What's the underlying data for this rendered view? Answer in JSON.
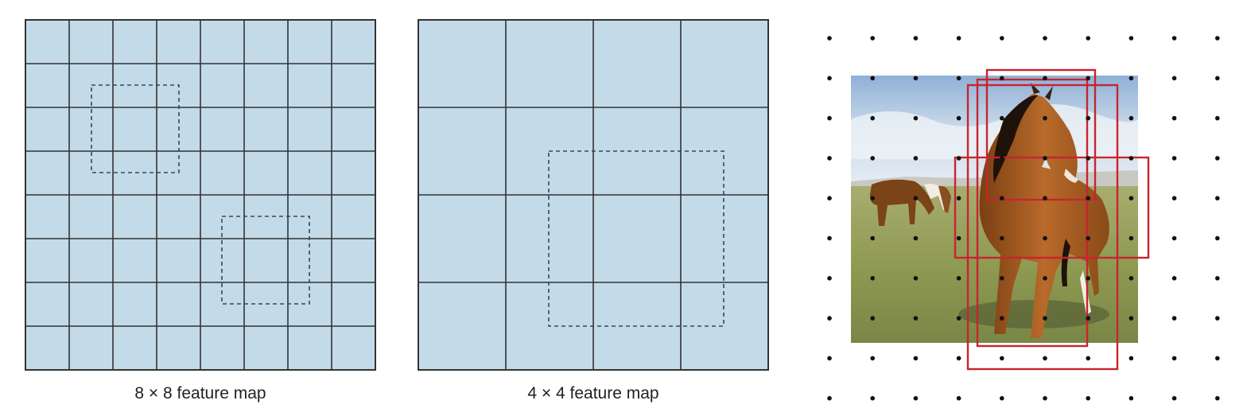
{
  "captions": {
    "left": "8 × 8 feature map",
    "middle": "4 × 4 feature map"
  },
  "feature_maps": [
    {
      "name": "8x8",
      "rows": 8,
      "cols": 8
    },
    {
      "name": "4x4",
      "rows": 4,
      "cols": 4
    }
  ],
  "colors": {
    "cell_fill": "#c3dbe9",
    "grid_line": "#333333",
    "anchor_box": "#c8242f",
    "dot": "#111111"
  },
  "photo": {
    "subject": "horse standing in a grassy field with another horse grazing behind"
  }
}
